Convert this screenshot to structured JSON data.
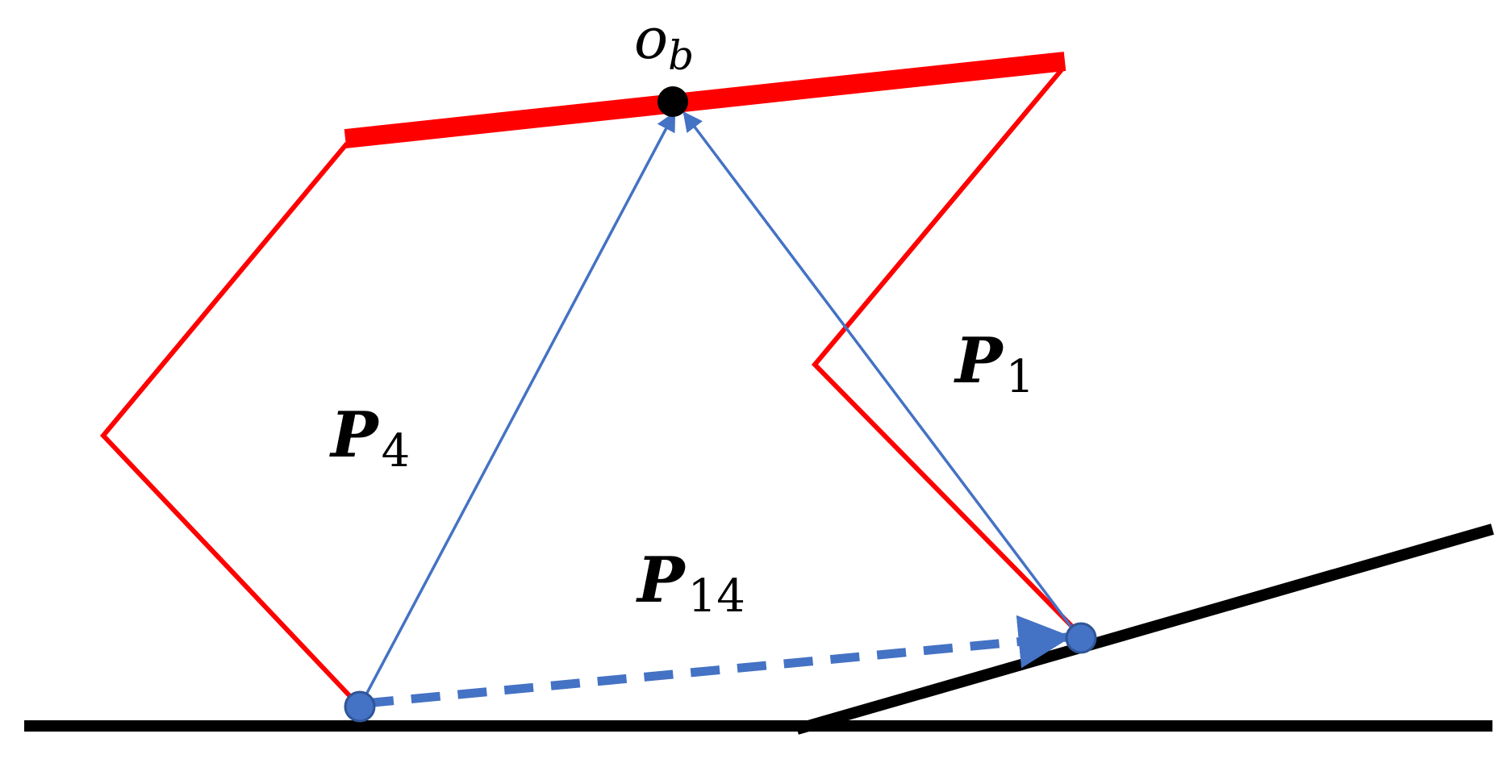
{
  "colors": {
    "body": "#ff0000",
    "vector": "#4472c4",
    "ground": "#000000",
    "point": "#000000"
  },
  "labels": {
    "ob": {
      "main": "o",
      "sub": "b"
    },
    "p4": {
      "main": "P",
      "sub": "4"
    },
    "p1": {
      "main": "P",
      "sub": "1"
    },
    "p14": {
      "main": "P",
      "sub": "14"
    }
  }
}
